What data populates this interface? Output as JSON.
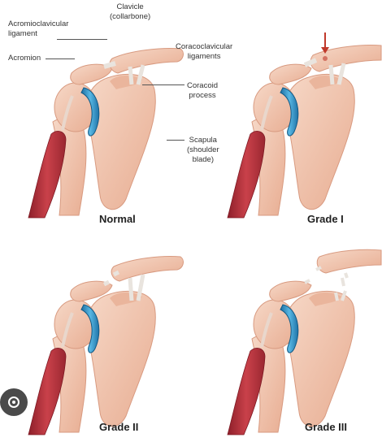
{
  "labels": {
    "clavicle": [
      "Clavicle",
      "(collarbone)"
    ],
    "acromioclavicular": [
      "Acromioclavicular",
      "ligament"
    ],
    "acromion": "Acromion",
    "coracoclavicular": [
      "Coracoclavicular",
      "ligaments"
    ],
    "coracoid": [
      "Coracoid",
      "process"
    ],
    "scapula": [
      "Scapula",
      "(shoulder",
      "blade)"
    ]
  },
  "panels": [
    {
      "caption": "Normal"
    },
    {
      "caption": "Grade I"
    },
    {
      "caption": "Grade II"
    },
    {
      "caption": "Grade III"
    }
  ],
  "colors": {
    "bone": "#f2c9b4",
    "bone_shade": "#e3a98f",
    "muscle": "#b8323b",
    "cartilage": "#2e8fc4",
    "ligament": "#e9e4de",
    "arrow": "#c0392b"
  },
  "icons": {
    "lens": "visual-search-icon"
  }
}
